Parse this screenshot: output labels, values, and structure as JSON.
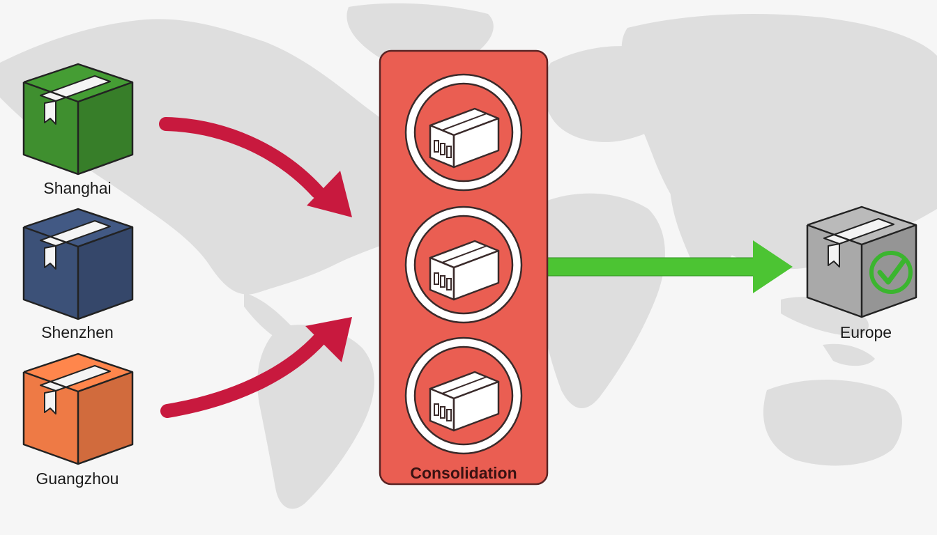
{
  "origins": [
    {
      "name": "Shanghai",
      "color": "#3f8f2f"
    },
    {
      "name": "Shenzhen",
      "color": "#3c5178"
    },
    {
      "name": "Guangzhou",
      "color": "#ee7a45"
    }
  ],
  "hub": {
    "label": "Consolidation",
    "color": "#ea5e52",
    "packages": 3
  },
  "destination": {
    "name": "Europe",
    "color": "#a9a9a9",
    "check_color": "#3bb52f"
  },
  "colors": {
    "inbound_arrow": "#c8193e",
    "outbound_arrow": "#4cc433",
    "map_land": "#dedede",
    "background": "#f6f6f6"
  },
  "icons": [
    "package-box-icon",
    "check-circle-icon",
    "arrow-icon"
  ]
}
